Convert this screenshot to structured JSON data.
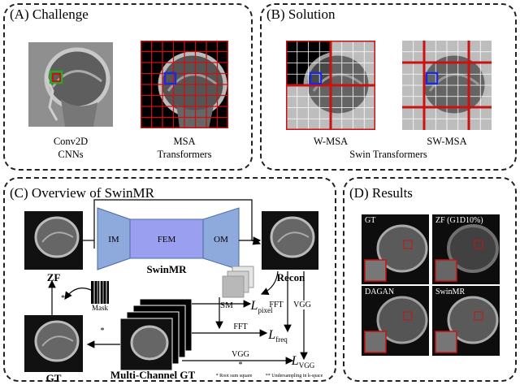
{
  "panel_a": {
    "title": "(A) Challenge",
    "cnn_label_1": "Conv2D",
    "cnn_label_2": "CNNs",
    "msa_label_1": "MSA",
    "msa_label_2": "Transformers"
  },
  "panel_b": {
    "title": "(B) Solution",
    "wmsa_label": "W-MSA",
    "swmsa_label": "SW-MSA",
    "swin_label": "Swin Transformers"
  },
  "panel_c": {
    "title": "(C) Overview of SwinMR",
    "im": "IM",
    "fem": "FEM",
    "om": "OM",
    "swinmr": "SwinMR",
    "zf": "ZF",
    "recon": "Recon",
    "mask": "Mask",
    "gt": "GT",
    "multi_gt": "Multi-Channel GT",
    "sm": "SM",
    "fft_1": "FFT",
    "fft_2": "FFT",
    "vgg_1": "VGG",
    "vgg_2": "VGG",
    "loss_pixel_sub": "pixel",
    "loss_freq_sub": "freq",
    "loss_vgg_sub": "VGG",
    "star_1": "**",
    "star_2": "*",
    "star_3": "*",
    "footnote_1": "* Root sum square",
    "footnote_2": "** Undersampling in k-space"
  },
  "panel_d": {
    "title": "(D) Results",
    "gt": "GT",
    "zf": "ZF (G1D10%)",
    "dagan": "DAGAN",
    "swinmr": "SwinMR"
  },
  "colors": {
    "grid_red": "#cc1111",
    "patch_blue": "#1a2bdd",
    "patch_green": "#22aa22",
    "network_blue": "#8ea9db",
    "fem_purple": "#9b9ff0"
  }
}
